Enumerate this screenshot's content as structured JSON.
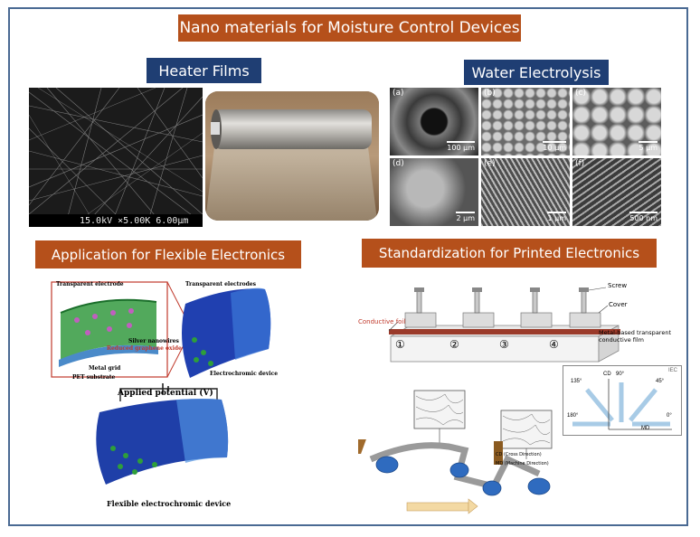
{
  "title": "Nano materials for Moisture Control Devices",
  "sections": {
    "heater": {
      "heading": "Heater Films",
      "sem_caption": "15.0kV ×5.00K 6.00μm"
    },
    "electrolysis": {
      "heading": "Water Electrolysis",
      "tiles": [
        {
          "label": "(a)",
          "scale": "100 μm"
        },
        {
          "label": "(b)",
          "scale": "10 μm"
        },
        {
          "label": "(c)",
          "scale": "5 μm"
        },
        {
          "label": "(d)",
          "scale": "2 μm"
        },
        {
          "label": "(e)",
          "scale": "1 μm"
        },
        {
          "label": "(f)",
          "scale": "500 nm"
        }
      ]
    },
    "flexible": {
      "heading": "Application for Flexible Electronics",
      "labels": {
        "transparent_electrode": "Transparent electrode",
        "transparent_electrodes": "Transparent electrodes",
        "silver_nanowires": "Silver nanowires",
        "reduced_graphene_oxide": "Reduced graphene oxide",
        "metal_grid": "Metal grid",
        "pet_substrate": "PET substrate",
        "electrochromic_device": "Electrochromic device",
        "applied_potential": "Applied potential (V)",
        "flexible_device": "Flexible electrochromic device"
      }
    },
    "standardization": {
      "heading": "Standardization for Printed Electronics",
      "labels": {
        "screw": "Screw",
        "cover": "Cover",
        "conductive_foil": "Conductive foil",
        "film": "Metal-based transparent conductive film",
        "numbers": [
          "①",
          "②",
          "③",
          "④"
        ],
        "angle_box_tag": "IEC",
        "angles": [
          "135°",
          "90°",
          "45°",
          "180°",
          "0°"
        ],
        "cd": "CD",
        "md": "MD",
        "cd_caption": "CD (Cross Direction)",
        "md_caption": "MD (Machine Direction)"
      }
    }
  },
  "colors": {
    "header_bg": "#b5501b",
    "subheader_bg": "#1f3e73",
    "frame": "#4a6a93",
    "device_blue": "#1f3fa8",
    "wire_green": "#2e9e3a",
    "label_red": "#c0392b"
  }
}
